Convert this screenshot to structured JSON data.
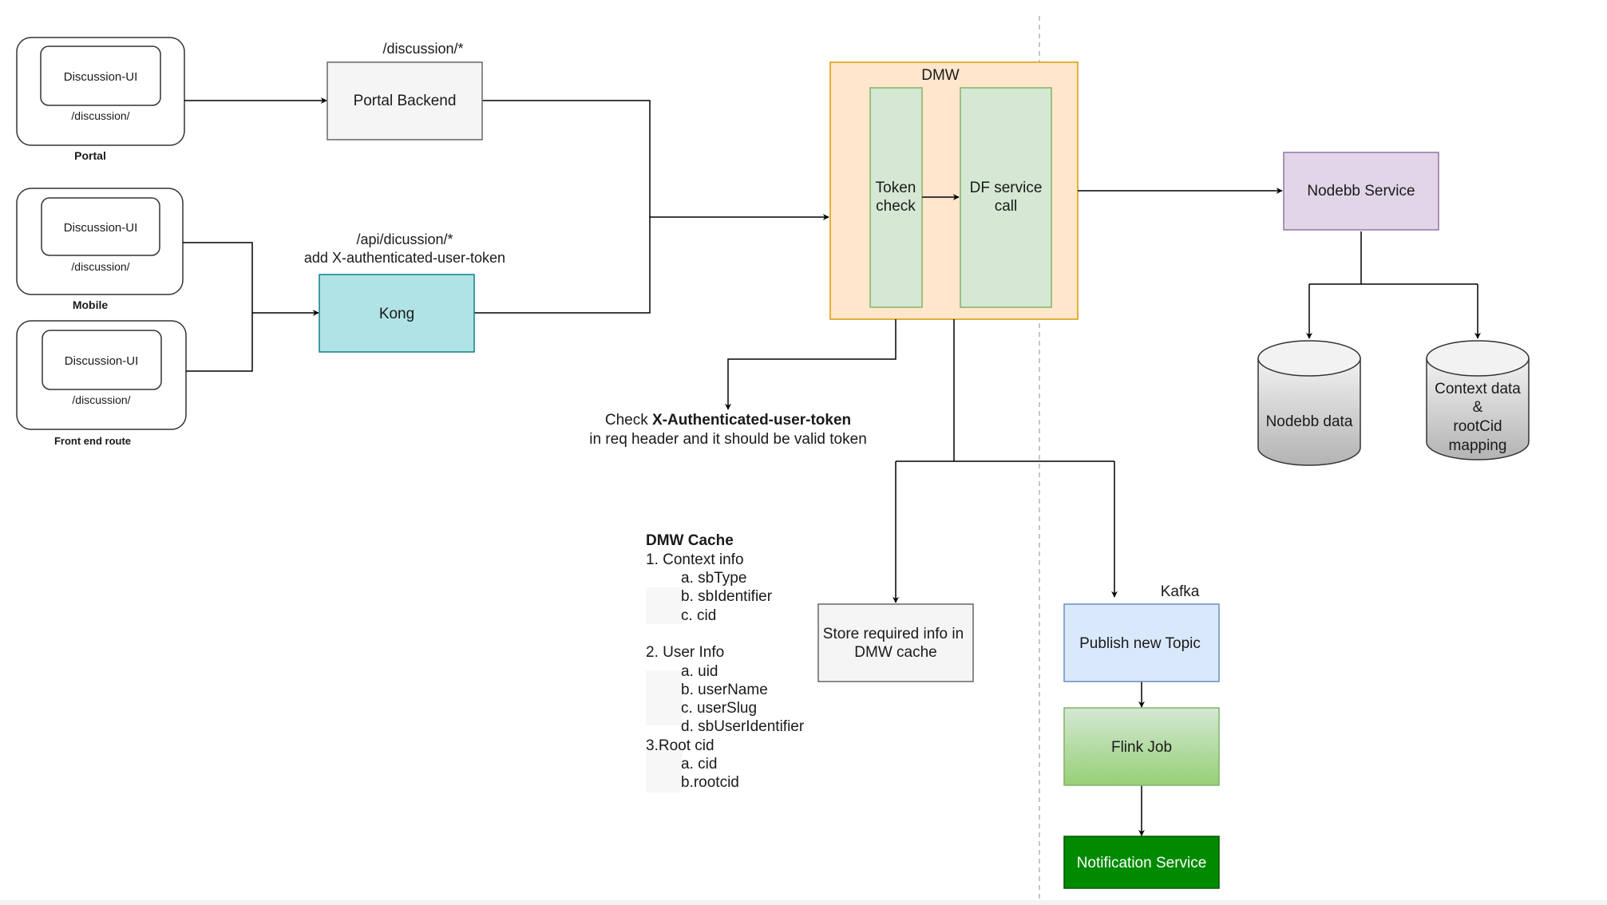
{
  "clients": [
    {
      "inner": "Discussion-UI",
      "route": "/discussion/",
      "caption": "Portal"
    },
    {
      "inner": "Discussion-UI",
      "route": "/discussion/",
      "caption": "Mobile"
    },
    {
      "inner": "Discussion-UI",
      "route": "/discussion/",
      "caption": "Front end route"
    }
  ],
  "portal_route_label": "/discussion/*",
  "portal_backend": "Portal Backend",
  "kong_route_label": [
    "/api/dicussion/*",
    "add X-authenticated-user-token"
  ],
  "kong": "Kong",
  "dmw": {
    "title": "DMW",
    "token_check": [
      "Token",
      "check"
    ],
    "df_service": [
      "DF service",
      "call"
    ]
  },
  "token_note": {
    "prefix": "Check ",
    "bold": "X-Authenticated-user-token",
    "line2": "in req header and it should be valid token"
  },
  "nodebb_service": "Nodebb Service",
  "nodebb_data": "Nodebb data",
  "context_data": [
    "Context data",
    "&",
    "rootCid",
    "mapping"
  ],
  "cache_list": {
    "title": "DMW Cache",
    "lines": [
      "1. Context info",
      "a. sbType",
      "b. sbIdentifier",
      "c. cid",
      "2. User Info",
      "a. uid",
      "b. userName",
      "c. userSlug",
      "d. sbUserIdentifier",
      "3.Root cid",
      "a. cid",
      "b.rootcid"
    ]
  },
  "store_box": [
    "Store required info in",
    "DMW cache"
  ],
  "kafka_label": "Kafka",
  "publish_topic": "Publish new Topic",
  "flink_job": "Flink Job",
  "notification_service": "Notification Service",
  "colors": {
    "portal_backend_fill": "#f5f5f5",
    "kong_fill": "#b0e3e6",
    "kong_stroke": "#0e8088",
    "dmw_fill": "#ffe6cc",
    "dmw_stroke": "#d79b00",
    "green_fill": "#d5e8d4",
    "green_stroke": "#82b366",
    "nodebb_fill": "#e1d5e7",
    "nodebb_stroke": "#9673a6",
    "publish_fill": "#dae8fc",
    "publish_stroke": "#6c8ebf",
    "notification_fill": "#008a00",
    "notification_stroke": "#005700"
  }
}
